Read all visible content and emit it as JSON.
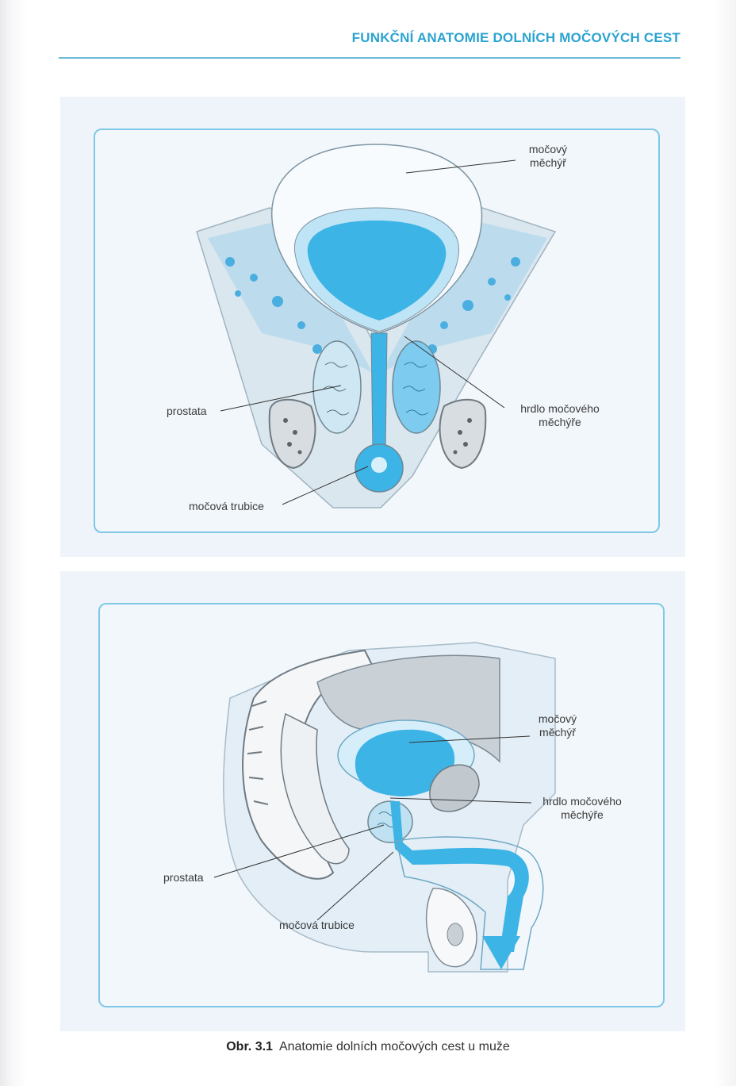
{
  "header": {
    "title": "FUNKČNÍ ANATOMIE DOLNÍCH MOČOVÝCH CEST"
  },
  "figure_top": {
    "labels": {
      "bladder_line1": "močový",
      "bladder_line2": "měchýř",
      "prostate": "prostata",
      "neck_line1": "hrdlo močového",
      "neck_line2": "měchýře",
      "urethra": "močová trubice"
    }
  },
  "figure_bottom": {
    "labels": {
      "bladder_line1": "močový",
      "bladder_line2": "měchýř",
      "neck_line1": "hrdlo močového",
      "neck_line2": "měchýře",
      "prostate": "prostata",
      "urethra": "močová trubice"
    }
  },
  "caption": {
    "number": "Obr. 3.1",
    "text": "Anatomie dolních močových cest u muže"
  },
  "colors": {
    "accent": "#2aa3d1",
    "urine_blue": "#3db4e6",
    "frame": "#7ec8e6"
  }
}
